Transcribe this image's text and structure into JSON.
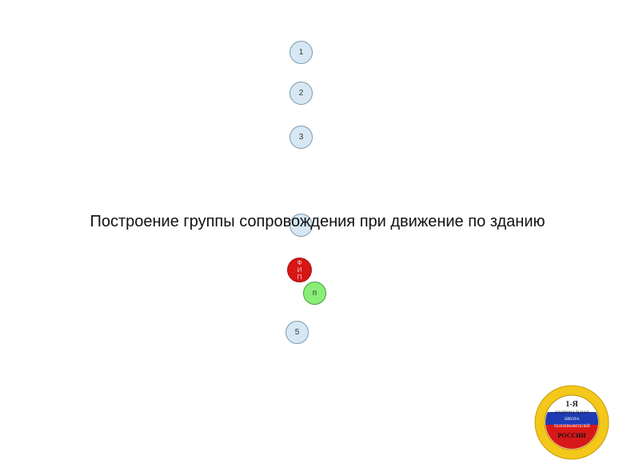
{
  "title": "Построение группы сопровождения при движение по зданию",
  "nodes": {
    "n1": "1",
    "n2": "2",
    "n3": "3",
    "n4": "",
    "vip_top": "Ф",
    "vip": "И",
    "vip_bottom": "П",
    "p": "п",
    "n5": "5"
  },
  "emblem": {
    "line1": "1-Я",
    "line2": "НАЦИОНАЛЬНАЯ",
    "line3": "ШКОЛА",
    "line4": "ТЕЛОХРАНИТЕЛЕЙ",
    "line5": "РОССИИ"
  },
  "colors": {
    "node_fill": "#d7e8f4",
    "vip_fill": "#d71616",
    "p_fill": "#88ee77",
    "emblem_gold": "#f3c81a"
  }
}
